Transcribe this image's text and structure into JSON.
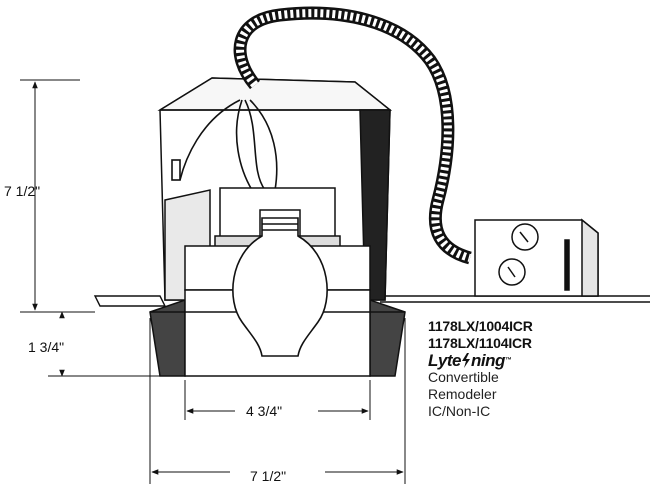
{
  "dimensions": {
    "height_total": "7 1/2\"",
    "height_trim": "1 3/4\"",
    "aperture_width": "4 3/4\"",
    "trim_width": "7 1/2\""
  },
  "product": {
    "model_1": "1178LX/1004ICR",
    "model_2": "1178LX/1104ICR",
    "brand": "Lyte",
    "brand_suffix": "ning",
    "trademark": "™",
    "desc_1": "Convertible",
    "desc_2": "Remodeler",
    "desc_3": "IC/Non-IC"
  },
  "colors": {
    "line": "#111111",
    "background": "#ffffff"
  },
  "icons": [
    "lightbulb-icon",
    "junction-box-icon",
    "flex-conduit-icon",
    "lightning-bolt-icon"
  ]
}
